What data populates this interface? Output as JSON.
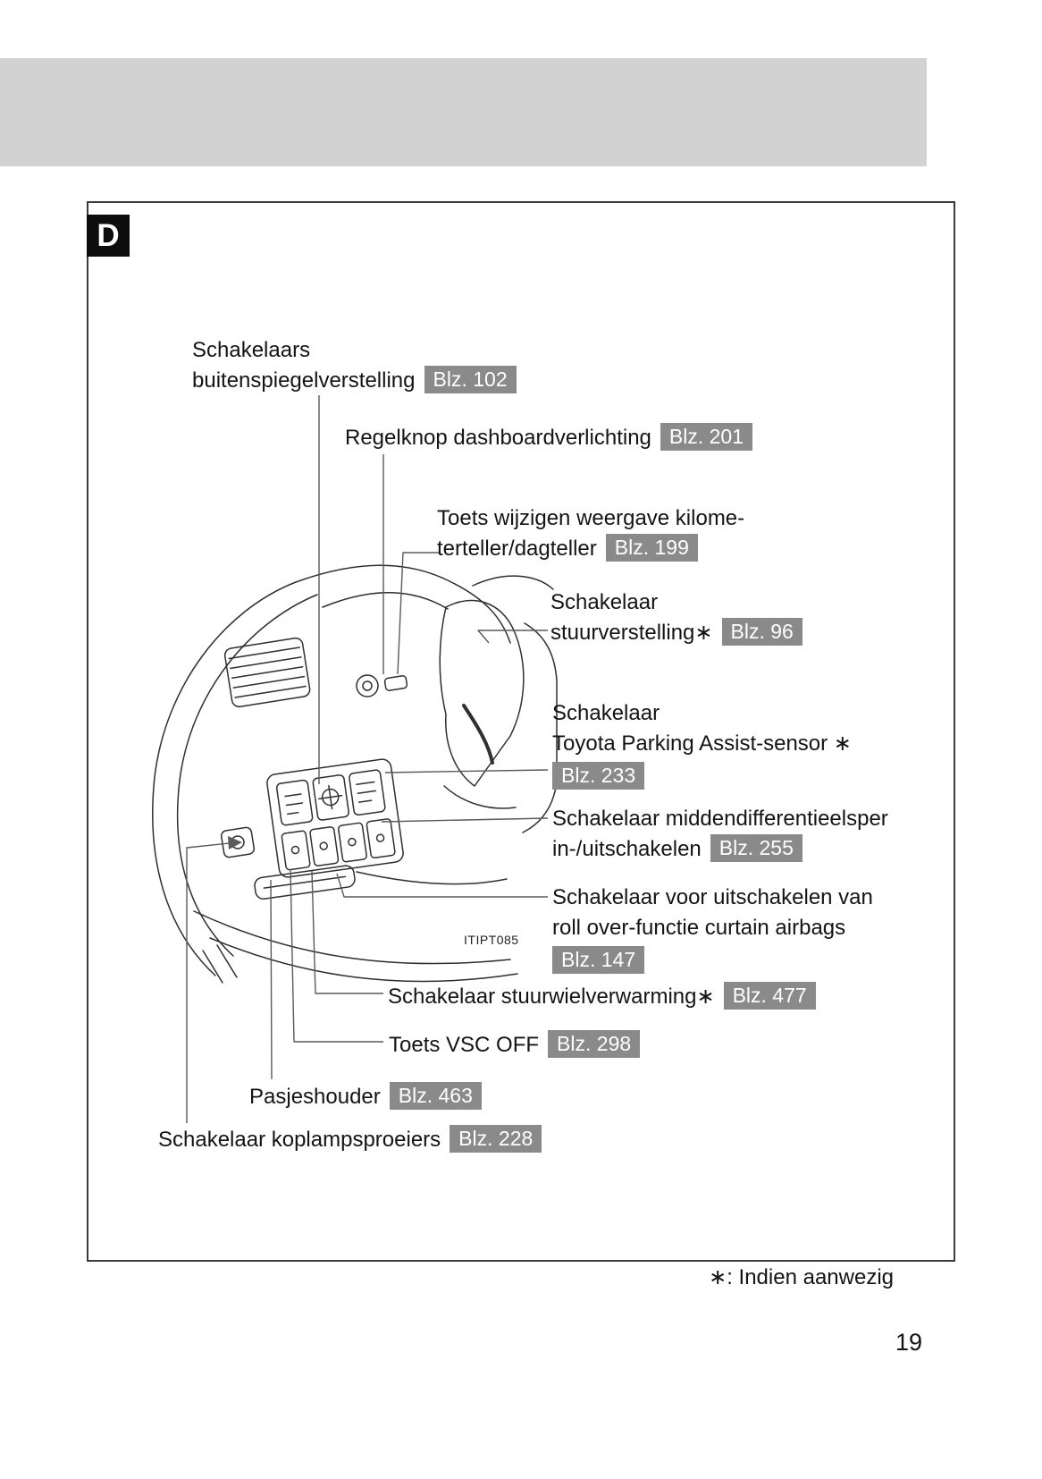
{
  "page": {
    "section_marker": "D",
    "figure_code": "ITIPT085",
    "footnote": "∗: Indien aanwezig",
    "page_number": "19"
  },
  "colors": {
    "header_band": "#d2d2d2",
    "badge_bg": "#8a8a8a",
    "badge_text": "#ffffff"
  },
  "labels": [
    {
      "name": "mirror-adjust-switches",
      "line1": "Schakelaars",
      "line2": "buitenspiegelverstelling",
      "badge": "Blz. 102"
    },
    {
      "name": "dashboard-light-knob",
      "line1": "Regelknop dashboardverlichting",
      "badge": "Blz. 201"
    },
    {
      "name": "odometer-trip-button",
      "line1": "Toets wijzigen weergave kilome-",
      "line2": "terteller/dagteller",
      "badge": "Blz. 199"
    },
    {
      "name": "steering-adjust-switch",
      "line1": "Schakelaar",
      "line2": "stuurverstelling∗",
      "badge": "Blz. 96"
    },
    {
      "name": "parking-assist-switch",
      "line1": "Schakelaar",
      "line2": "Toyota Parking Assist-sensor ∗",
      "badge": "Blz. 233"
    },
    {
      "name": "center-diff-lock-switch",
      "line1": "Schakelaar middendifferentieelsper",
      "line2": "in-/uitschakelen",
      "badge": "Blz. 255"
    },
    {
      "name": "rollover-curtain-airbag-switch",
      "line1": "Schakelaar voor uitschakelen van",
      "line2": "roll over-functie curtain airbags",
      "badge": "Blz. 147"
    },
    {
      "name": "steering-wheel-heater-switch",
      "line1": "Schakelaar stuurwielverwarming∗",
      "badge": "Blz. 477"
    },
    {
      "name": "vsc-off-button",
      "line1": "Toets VSC OFF",
      "badge": "Blz. 298"
    },
    {
      "name": "card-holder",
      "line1": "Pasjeshouder",
      "badge": "Blz. 463"
    },
    {
      "name": "headlight-washer-switch",
      "line1": "Schakelaar koplampsproeiers",
      "badge": "Blz. 228"
    }
  ]
}
